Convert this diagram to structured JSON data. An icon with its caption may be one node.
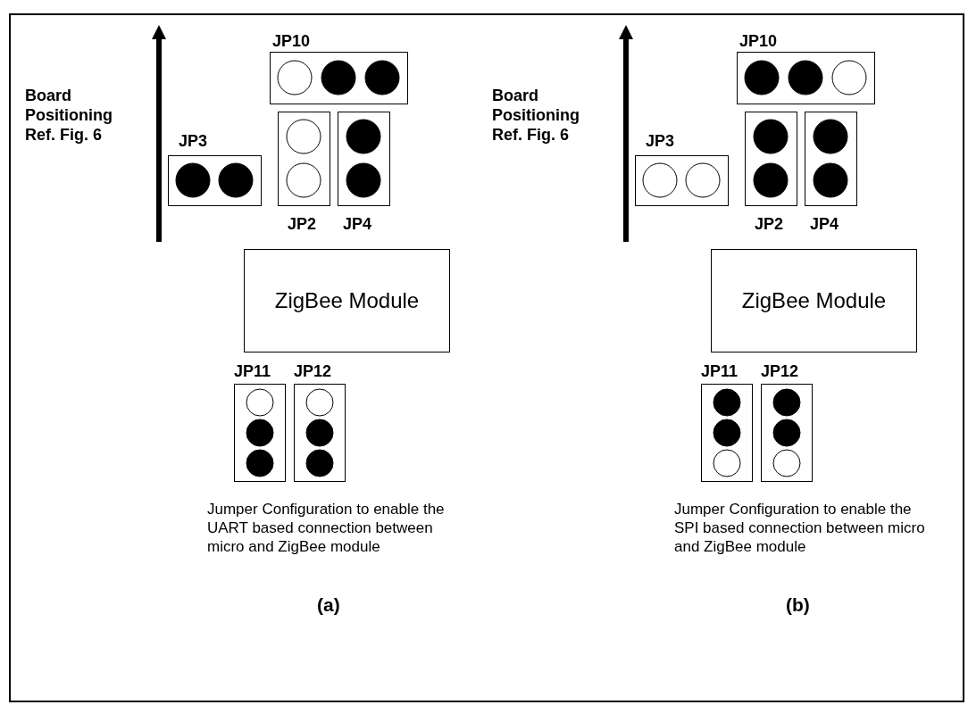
{
  "diagram": {
    "nodes": [
      {
        "text": [
          "JP10"
        ]
      },
      {
        "text": [
          "JP3"
        ]
      },
      {
        "text": [
          "JP2"
        ]
      },
      {
        "text": [
          "JP4"
        ]
      },
      {
        "text": [
          "ZigBee Module"
        ]
      },
      {
        "text": [
          "JP11"
        ]
      },
      {
        "text": [
          "JP12"
        ]
      },
      {
        "text": [
          "JP10"
        ]
      },
      {
        "text": [
          "JP3"
        ]
      },
      {
        "text": [
          "JP2"
        ]
      },
      {
        "text": [
          "JP4"
        ]
      },
      {
        "text": [
          "ZigBee Module"
        ]
      },
      {
        "text": [
          "JP11"
        ]
      },
      {
        "text": [
          "JP12"
        ]
      }
    ],
    "edges": [],
    "labels": [
      "Board Positioning Ref. Fig. 6",
      "Jumper Configuration to enable the UART based connection between micro and ZigBee module",
      "(a)",
      "Board Positioning Ref. Fig. 6",
      "Jumper Configuration to enable the SPI based connection between micro and ZigBee module",
      "(b)"
    ]
  }
}
